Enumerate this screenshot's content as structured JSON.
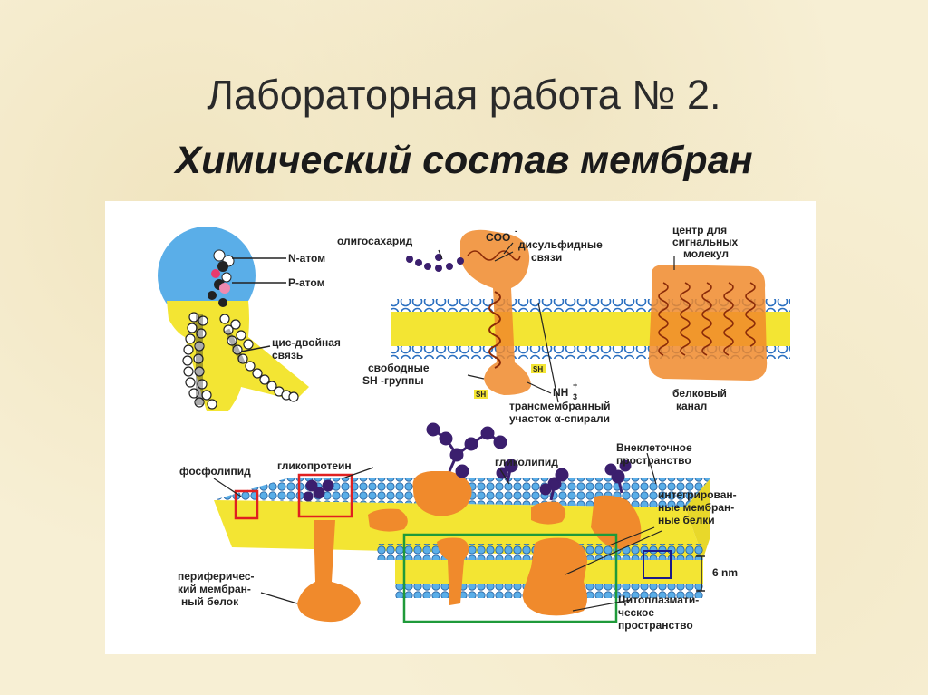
{
  "slide": {
    "title": "Лабораторная работа № 2.",
    "subtitle": "Химический состав мембран"
  },
  "diagram": {
    "labels": {
      "n_atom": "N-атом",
      "p_atom": "Р-атом",
      "cis_line1": "цис-двойная",
      "cis_line2": "связь",
      "oligosaccharide": "олигосахарид",
      "coo": "COO",
      "coo_sup": "-",
      "disulfide_line1": "дисульфидные",
      "disulfide_line2": "связи",
      "signal_line1": "центр для",
      "signal_line2": "сигнальных",
      "signal_line3": "молекул",
      "free_sh_line1": "свободные",
      "free_sh_line2": "SH -группы",
      "sh_small": "SH",
      "nh3": "NH",
      "nh3_sub": "3",
      "nh3_sup": "+",
      "transmembrane_line1": "трансмембранный",
      "transmembrane_line2": "участок α-спирали",
      "channel_line1": "белковый",
      "channel_line2": "канал",
      "extracellular_line1": "Внеклеточное",
      "extracellular_line2": "пространство",
      "glycoprotein": "гликопротеин",
      "glycolipid": "гликолипид",
      "phospholipid": "фосфолипид",
      "integrated_line1": "интегрирован-",
      "integrated_line2": "ные мембран-",
      "integrated_line3": "ные белки",
      "thickness": "6 nm",
      "peripheral_line1": "периферичес-",
      "peripheral_line2": "кий мембран-",
      "peripheral_line3": "ный белок",
      "cytoplasmic_line1": "Цитоплазмати-",
      "cytoplasmic_line2": "ческое",
      "cytoplasmic_line3": "пространство"
    },
    "colors": {
      "head_blue": "#5aaee8",
      "lipid_yellow": "#f3e533",
      "protein_orange": "#f08a2c",
      "sugar_purple": "#3b1f6e",
      "red_box": "#e02020",
      "green_box": "#1f9a3a",
      "blue_box": "#1a1a8a"
    }
  }
}
